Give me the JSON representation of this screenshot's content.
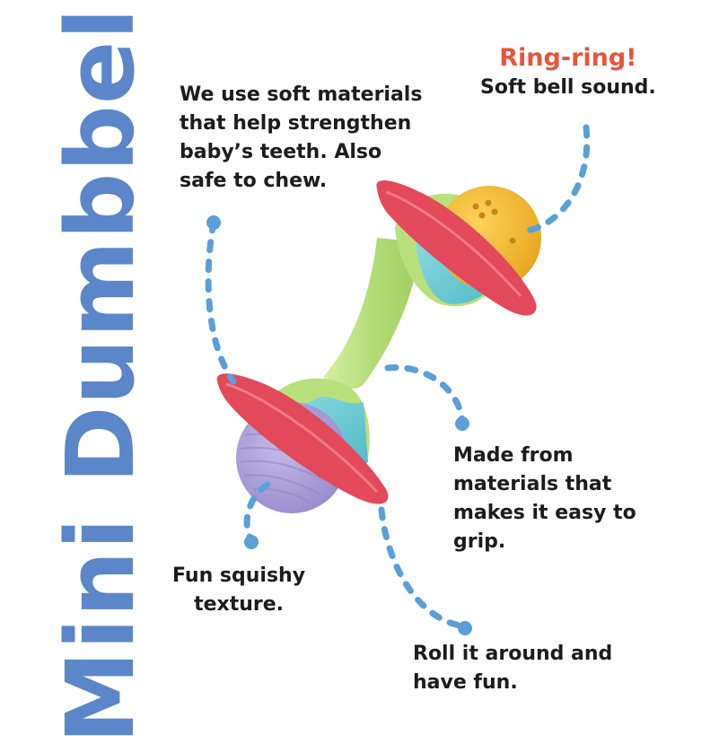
{
  "title": "Mini Dumbbell",
  "colors": {
    "title_blue": "#5b86c9",
    "accent_red": "#e8553a",
    "dash_blue": "#5b9fd8",
    "ring_red": "#e0475a",
    "ball_yellow": "#f2b731",
    "ball_purple": "#a79bd6",
    "handle_green": "#b7e07a",
    "band_teal": "#69cbd3"
  },
  "callouts": {
    "bell": {
      "headline": "Ring-ring!",
      "lines": [
        "Soft bell sound."
      ]
    },
    "materials": {
      "lines": [
        "We use soft materials",
        "that help strengthen",
        "baby’s teeth. Also",
        "safe to chew."
      ]
    },
    "grip": {
      "lines": [
        "Made from",
        "materials that",
        "makes it easy to",
        "grip."
      ]
    },
    "texture": {
      "lines": [
        "Fun squishy",
        "texture."
      ]
    },
    "roll": {
      "lines": [
        "Roll it around and",
        "have fun."
      ]
    }
  }
}
